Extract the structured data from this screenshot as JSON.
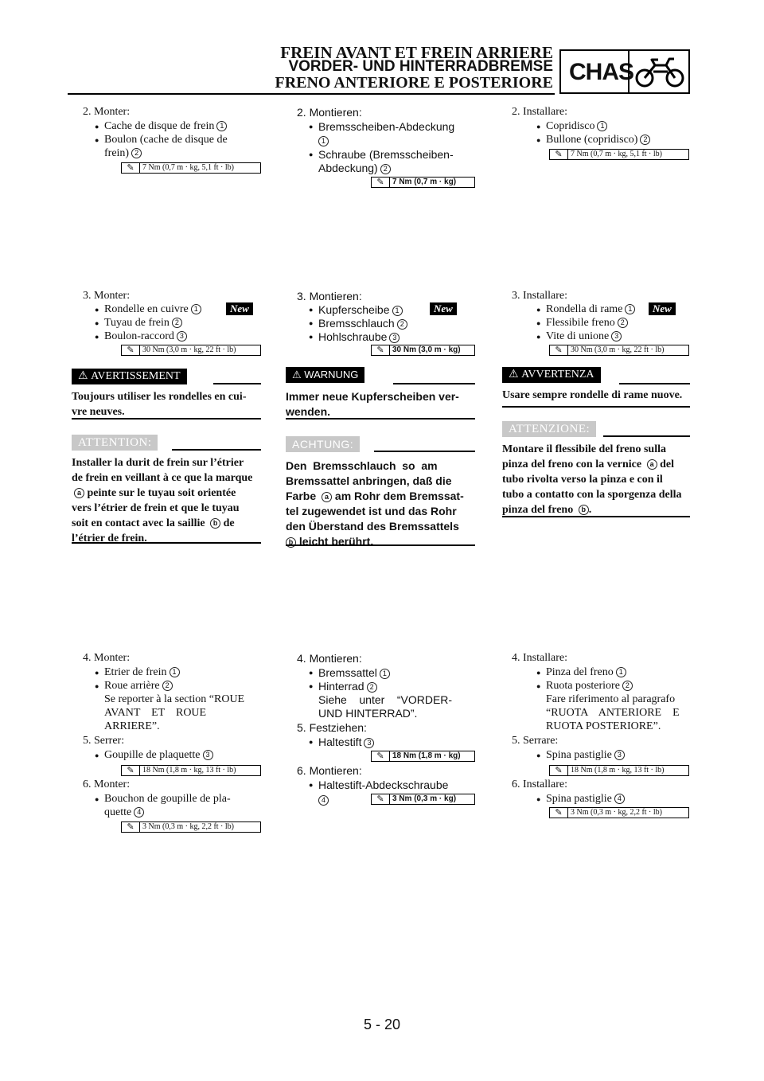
{
  "header": {
    "title_fr": "FREIN AVANT ET FREIN ARRIERE",
    "title_de": "VORDER- UND HINTERRADBREMSE",
    "title_it": "FRENO ANTERIORE E POSTERIORE",
    "section": "CHAS"
  },
  "fr": {
    "s2": "2.  Monter:",
    "s2_b1": "Cache de disque de frein",
    "s2_b2a": "Boulon (cache de disque de",
    "s2_b2b": "frein)",
    "s2_torque": "7 Nm (0,7 m · kg, 5,1 ft · lb)",
    "s3": "3.  Monter:",
    "s3_b1": "Rondelle en cuivre",
    "s3_b2": "Tuyau de frein",
    "s3_b3": "Boulon-raccord",
    "s3_torque": "30 Nm (3,0 m · kg, 22 ft · lb)",
    "warn_label": "AVERTISSEMENT",
    "warn_text": [
      "Toujours utiliser les rondelles en cui-",
      "vre neuves."
    ],
    "attn_label": "ATTENTION:",
    "attn_text": [
      "Installer la durit de frein sur l’étrier",
      "de frein en veillant à ce que la marque",
      "peinte sur le tuyau soit orientée",
      "vers l’étrier de frein et que le tuyau",
      "soit en contact avec la saillie",
      "de",
      "l’étrier de frein."
    ],
    "s4": "4.  Monter:",
    "s4_b1": "Etrier de frein",
    "s4_b2": "Roue arrière",
    "s4_ref": [
      "Se reporter à la section “ROUE",
      "AVANT    ET    ROUE",
      "ARRIERE”."
    ],
    "s5": "5.  Serrer:",
    "s5_b1": "Goupille de plaquette",
    "s5_torque": "18 Nm (1,8 m · kg, 13 ft · lb)",
    "s6": "6.  Monter:",
    "s6_b1a": "Bouchon de goupille de pla-",
    "s6_b1b": "quette",
    "s6_torque": "3 Nm (0,3 m · kg, 2,2 ft · lb)"
  },
  "de": {
    "s2": "2. Montieren:",
    "s2_b1a": "Bremsscheiben-Abdeckung",
    "s2_b2a": "Schraube (Bremsscheiben-",
    "s2_b2b": "Abdeckung)",
    "s2_torque": "7 Nm (0,7 m · kg)",
    "s3": "3. Montieren:",
    "s3_b1": "Kupferscheibe",
    "s3_b2": "Bremsschlauch",
    "s3_b3": "Hohlschraube",
    "s3_torque": "30 Nm (3,0 m · kg)",
    "warn_label": "WARNUNG",
    "warn_text": [
      "Immer neue Kupferscheiben ver-",
      "wenden."
    ],
    "attn_label": "ACHTUNG:",
    "attn_text": [
      "Den  Bremsschlauch  so  am",
      "Bremssattel anbringen, daß die",
      "Farbe",
      "am Rohr dem Bremssat-",
      "tel zugewendet ist und das Rohr",
      "den Überstand des Bremssattels",
      "leicht berührt."
    ],
    "s4": "4. Montieren:",
    "s4_b1": "Bremssattel",
    "s4_b2": "Hinterrad",
    "s4_ref": [
      "Siehe    unter    “VORDER-",
      "UND HINTERRAD”."
    ],
    "s5": "5. Festziehen:",
    "s5_b1": "Haltestift",
    "s5_torque": "18 Nm (1,8 m · kg)",
    "s6": "6. Montieren:",
    "s6_b1": "Haltestift-Abdeckschraube",
    "s6_torque": "3 Nm (0,3 m · kg)"
  },
  "it": {
    "s2": "2.  Installare:",
    "s2_b1": "Copridisco",
    "s2_b2": "Bullone (copridisco)",
    "s2_torque": "7 Nm (0,7 m · kg, 5,1 ft · lb)",
    "s3": "3.  Installare:",
    "s3_b1": "Rondella di rame",
    "s3_b2": "Flessibile freno",
    "s3_b3": "Vite di unione",
    "s3_torque": "30 Nm (3,0 m · kg, 22 ft · lb)",
    "warn_label": "AVVERTENZA",
    "warn_text": [
      "Usare sempre rondelle di rame nuove."
    ],
    "attn_label": "ATTENZIONE:",
    "attn_text": [
      "Montare il flessibile del freno sulla",
      "pinza del freno con la vernice",
      "del",
      "tubo rivolta verso la pinza e con il",
      "tubo a contatto con la sporgenza della",
      "pinza del freno"
    ],
    "s4": "4.  Installare:",
    "s4_b1": "Pinza del freno",
    "s4_b2": "Ruota posteriore",
    "s4_ref": [
      "Fare riferimento al paragrafo",
      "“RUOTA    ANTERIORE    E",
      "RUOTA POSTERIORE”."
    ],
    "s5": "5.  Serrare:",
    "s5_b1": "Spina pastiglie",
    "s5_torque": "18 Nm (1,8 m · kg, 13 ft · lb)",
    "s6": "6.  Installare:",
    "s6_b1": "Spina pastiglie",
    "s6_torque": "3 Nm (0,3 m · kg, 2,2 ft · lb)"
  },
  "markers": {
    "n1": "1",
    "n2": "2",
    "n3": "3",
    "n4": "4",
    "a": "a",
    "b": "b",
    "new": "New",
    "wrench": "✎",
    "warn_icon": "⚠"
  },
  "page_number": "5 - 20"
}
